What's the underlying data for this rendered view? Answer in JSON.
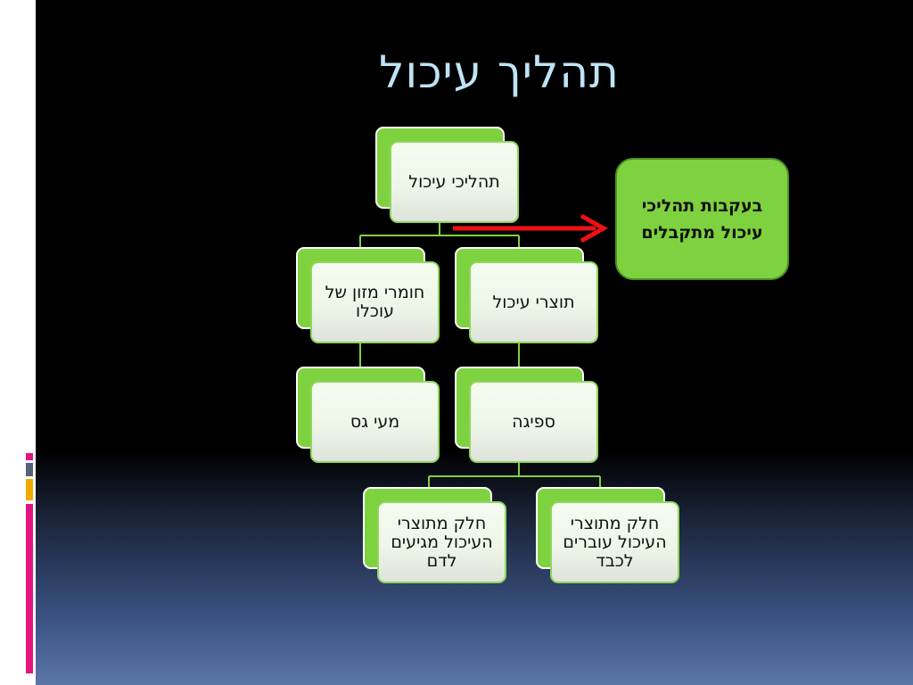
{
  "slide": {
    "title": "תהליך עיכול"
  },
  "nodes": {
    "root": "תהליכי עיכול",
    "food": "חומרי מזון של עוכלו",
    "products": "תוצרי עיכול",
    "intestine": "מעי גס",
    "absorption": "ספיגה",
    "blood": "חלק מתוצרי העיכול מגיעים לדם",
    "liver": "חלק מתוצרי העיכול עוברים לכבד"
  },
  "note": {
    "text": "בעקבות תהליכי עיכול מתקבלים"
  },
  "colors": {
    "node_green": "#7ed23f",
    "title_color": "#bfe3f5",
    "arrow_red": "#ee1111",
    "connector_green": "#7ed23f"
  }
}
